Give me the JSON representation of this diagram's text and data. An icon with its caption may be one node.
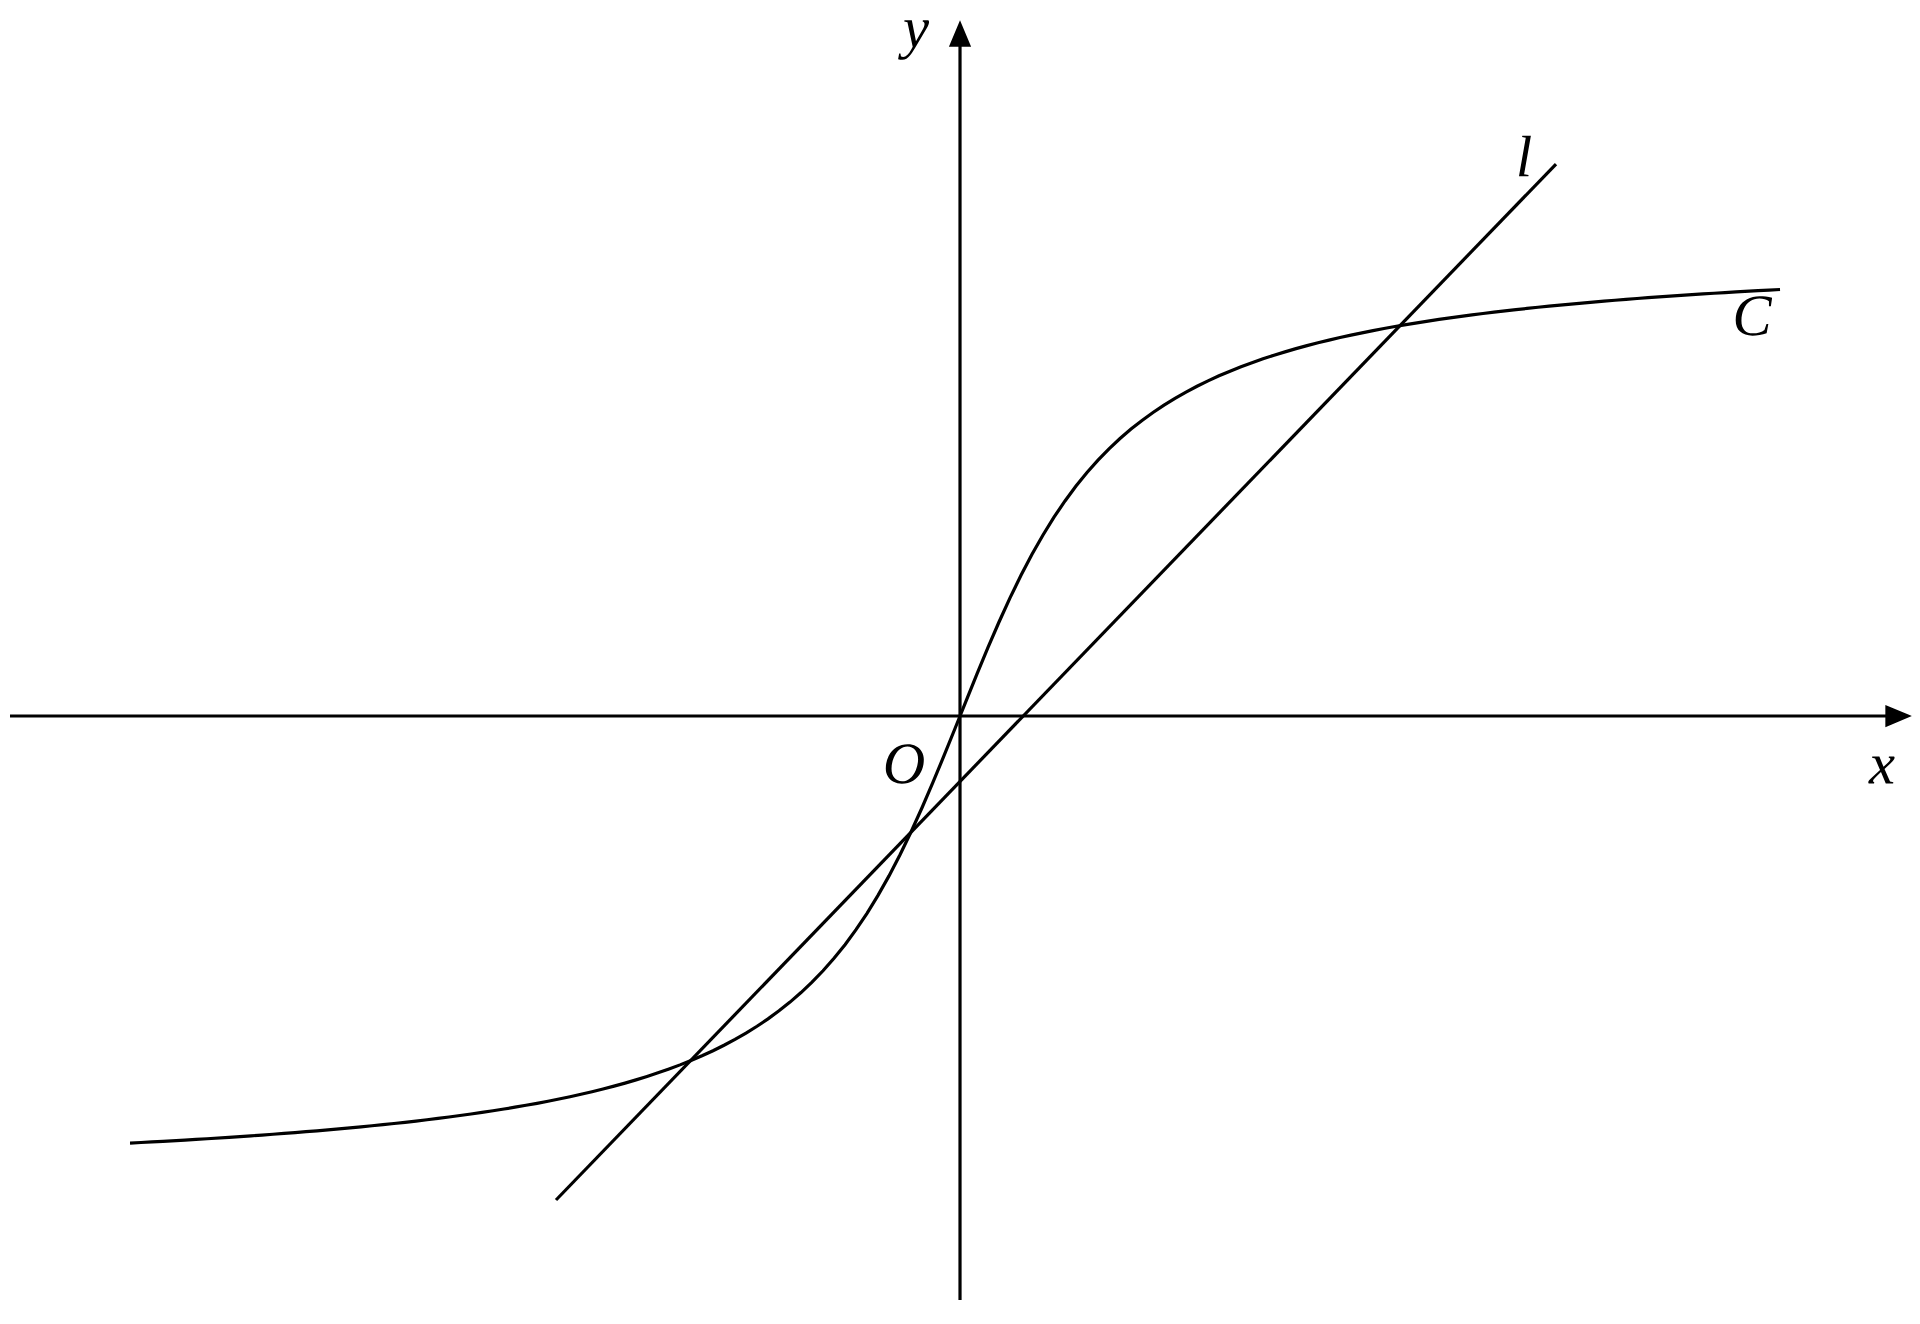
{
  "diagram": {
    "labels": [
      "y",
      "l",
      "C",
      "O",
      "x"
    ]
  }
}
